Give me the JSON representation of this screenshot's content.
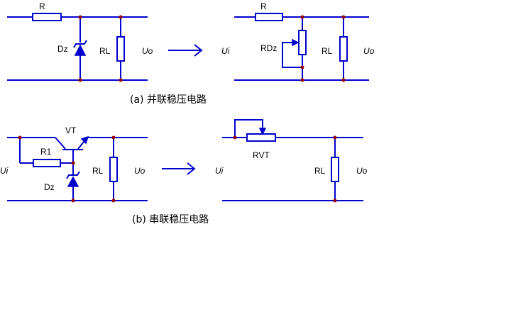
{
  "diagram_a": {
    "left": {
      "r_label": "R",
      "dz_label": "Dz",
      "rl_label": "RL",
      "uo_label": "Uo"
    },
    "right": {
      "ui_label": "Ui",
      "r_label": "R",
      "rdz_label": "RDz",
      "rl_label": "RL",
      "uo_label": "Uo"
    },
    "caption": "(a) 并联稳压电路"
  },
  "diagram_b": {
    "left": {
      "vt_label": "VT",
      "ui_label": "Ui",
      "r1_label": "R1",
      "dz_label": "Dz",
      "rl_label": "RL",
      "uo_label": "Uo"
    },
    "right": {
      "rvt_label": "RVT",
      "ui_label": "Ui",
      "rl_label": "RL",
      "uo_label": "Uo"
    },
    "caption": "(b) 串联稳压电路"
  },
  "colors": {
    "wire": "#0000cc",
    "node": "#990000",
    "text": "#000000",
    "background": "#ffffff"
  }
}
